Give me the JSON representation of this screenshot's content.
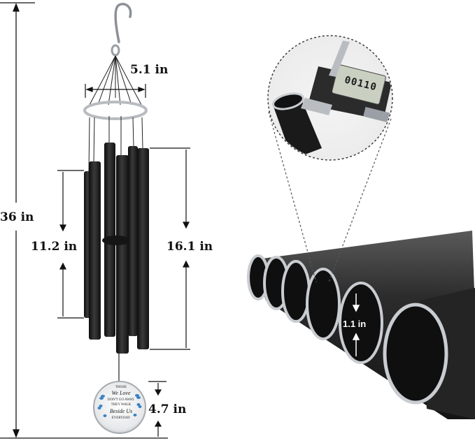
{
  "dimensions": {
    "total_height": "36 in",
    "ring_diameter": "5.1 in",
    "short_tube": "11.2 in",
    "long_tube": "16.1 in",
    "medallion_height": "4.7 in",
    "tube_diameter": "1.1 in"
  },
  "caliper_display": "00110",
  "medallion": {
    "line1": "THOSE",
    "line2": "We Love",
    "line3": "DON'T GO AWAY",
    "line4": "THEY WALK",
    "line5": "Beside Us",
    "line6": "EVERYDAY"
  },
  "colors": {
    "tube": "#1b1b1b",
    "tube_rim": "#c9ccd0",
    "background": "#ffffff"
  }
}
